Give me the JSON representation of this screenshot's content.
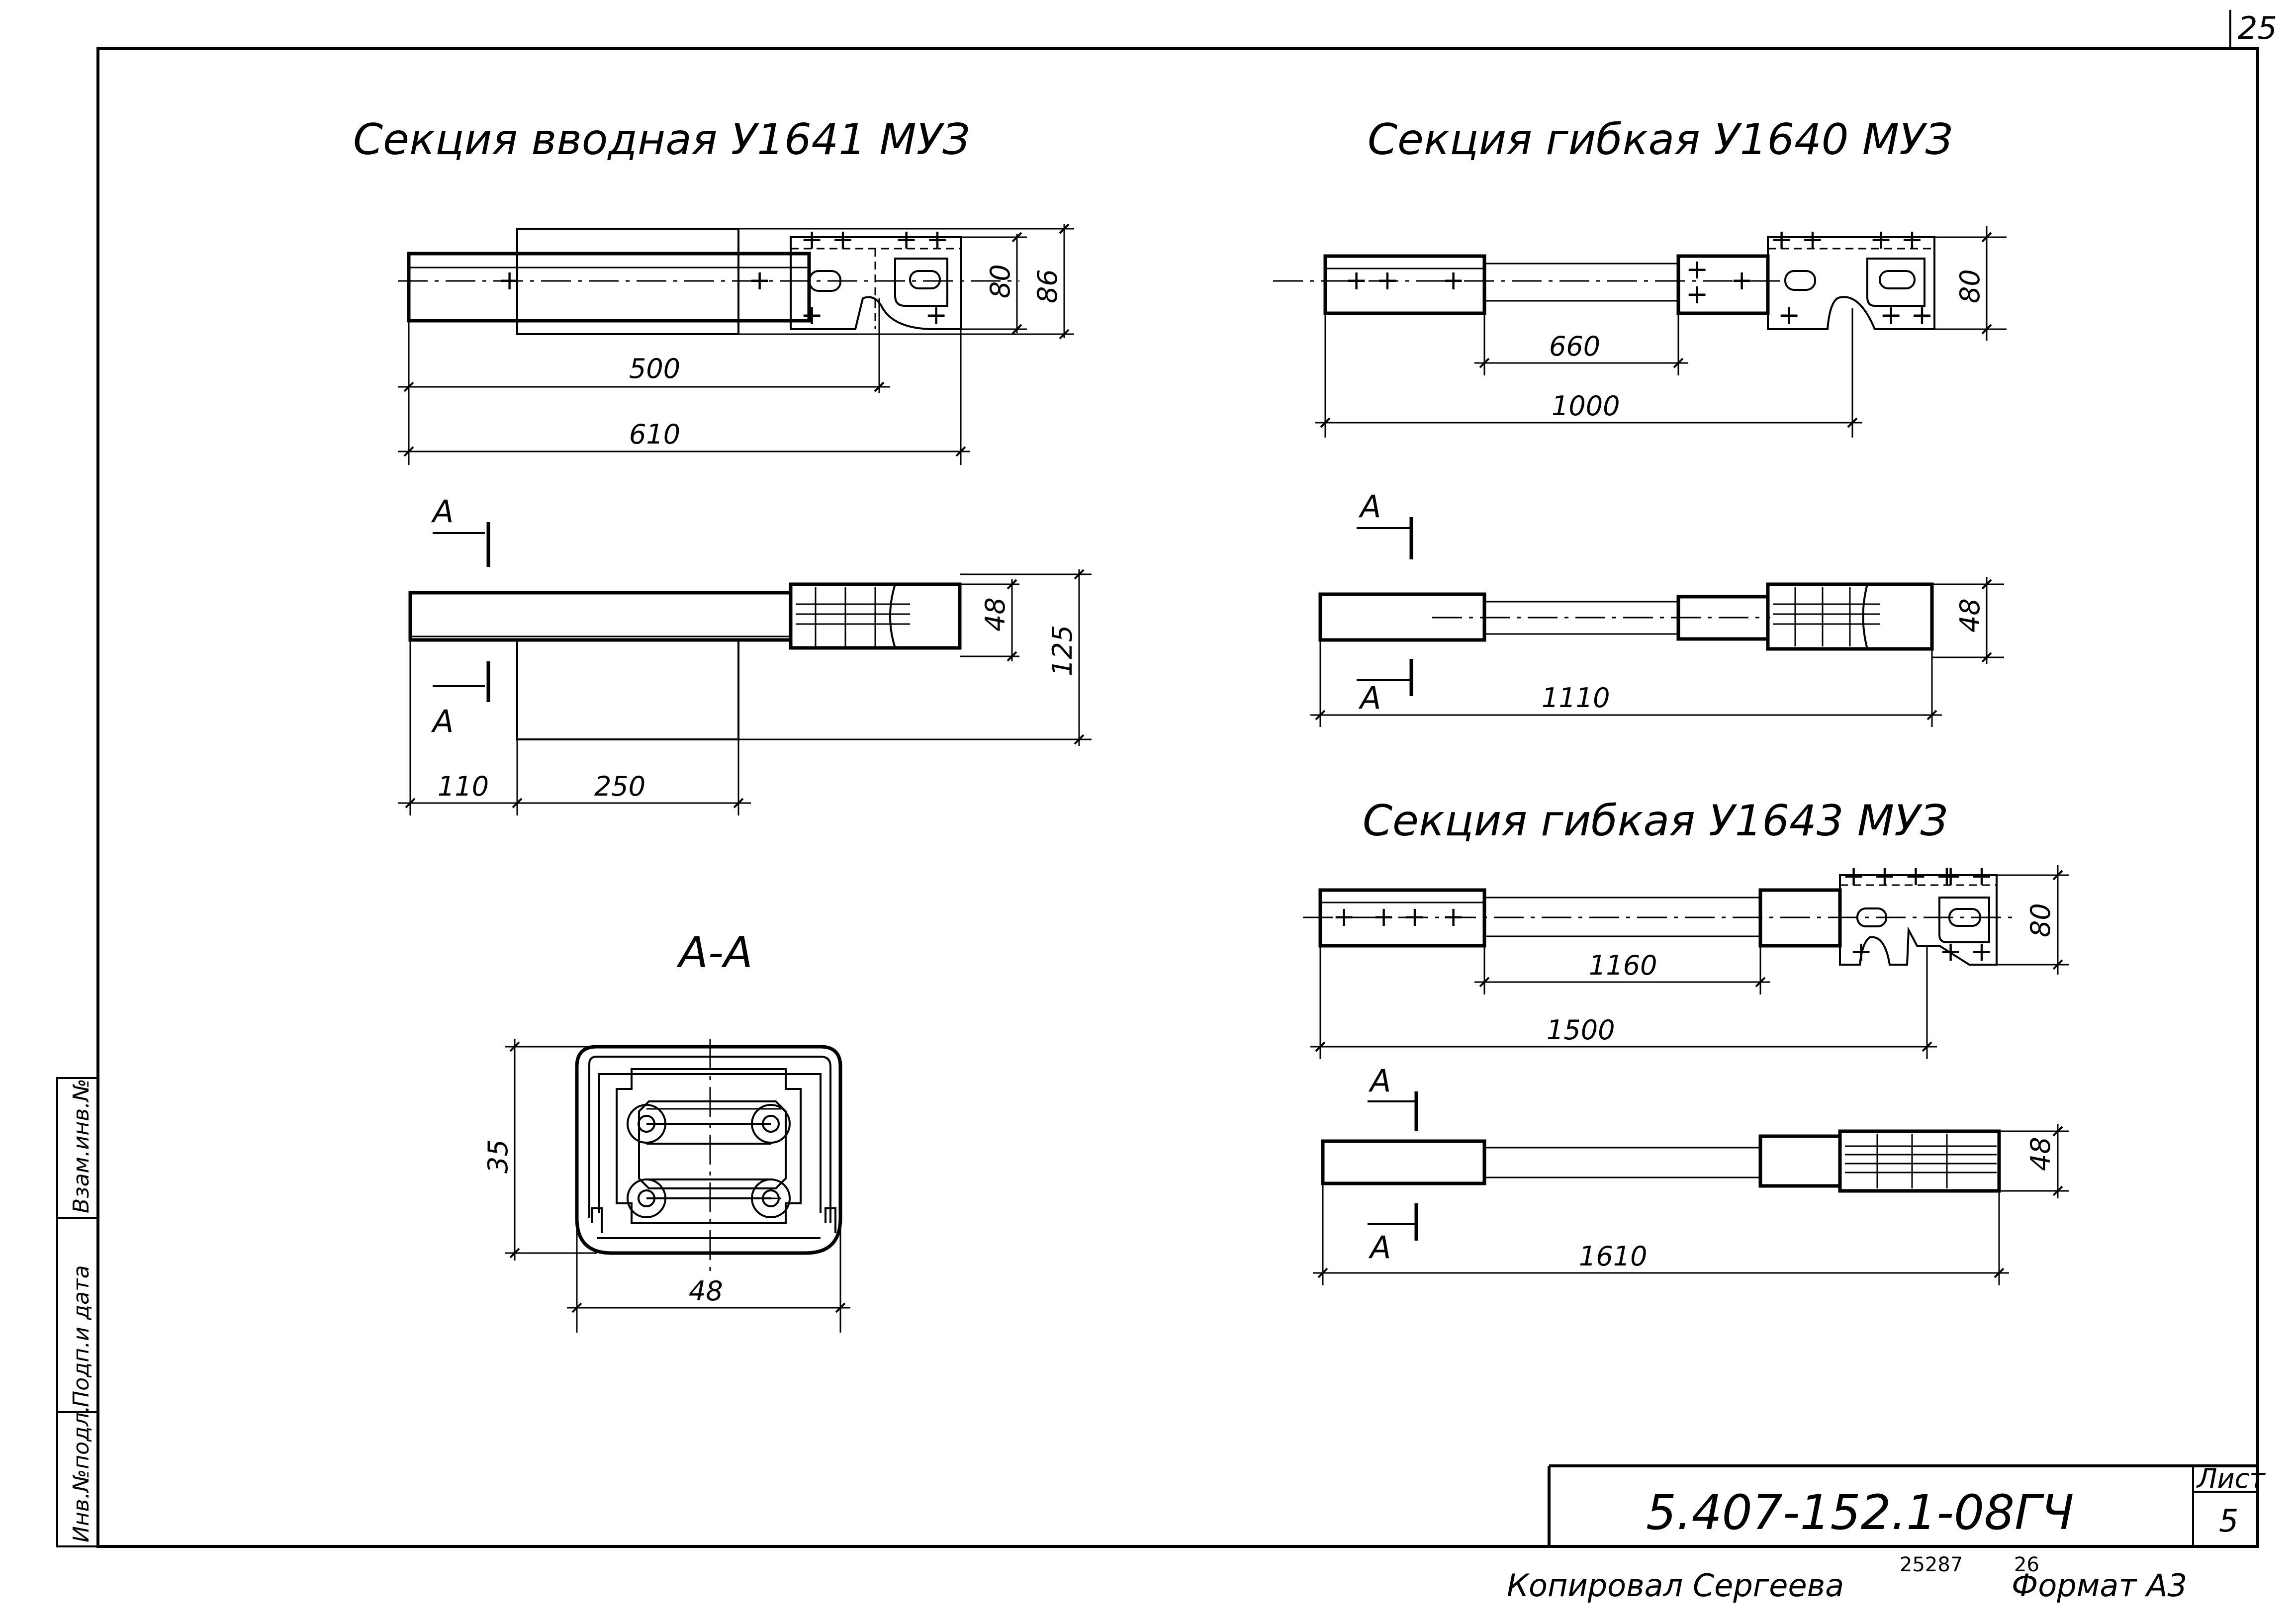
{
  "sheet": {
    "corner_number": "25",
    "document_code": "5.407-152.1-08ГЧ",
    "sheet_label": "Лист",
    "sheet_number": "5",
    "copied_by": "Копировал Сергеева",
    "format_label": "Формат А3",
    "stamp_a": "25287",
    "stamp_b": "26"
  },
  "side_stamp": {
    "inv_orig": "Инв.№подл.",
    "sign_date": "Подп.и дата",
    "replace_inv": "Взам.инв.№"
  },
  "section_input": {
    "title": "Секция вводная У1641 МУЗ",
    "dim_80": "80",
    "dim_86": "86",
    "dim_500": "500",
    "dim_610": "610",
    "dim_48": "48",
    "dim_125": "125",
    "dim_110": "110",
    "dim_250": "250",
    "cut_top": "А",
    "cut_bottom": "А"
  },
  "section_flex_1640": {
    "title": "Секция гибкая У1640 МУЗ",
    "dim_80": "80",
    "dim_660": "660",
    "dim_1000": "1000",
    "dim_48": "48",
    "dim_1110": "1110",
    "cut_top": "А",
    "cut_bottom": "А"
  },
  "section_flex_1643": {
    "title": "Секция гибкая У1643 МУЗ",
    "dim_80": "80",
    "dim_1160": "1160",
    "dim_1500": "1500",
    "dim_48": "48",
    "dim_1610": "1610",
    "cut_top": "А",
    "cut_bottom": "А"
  },
  "cross_section": {
    "title": "А-А",
    "dim_35": "35",
    "dim_48": "48"
  }
}
